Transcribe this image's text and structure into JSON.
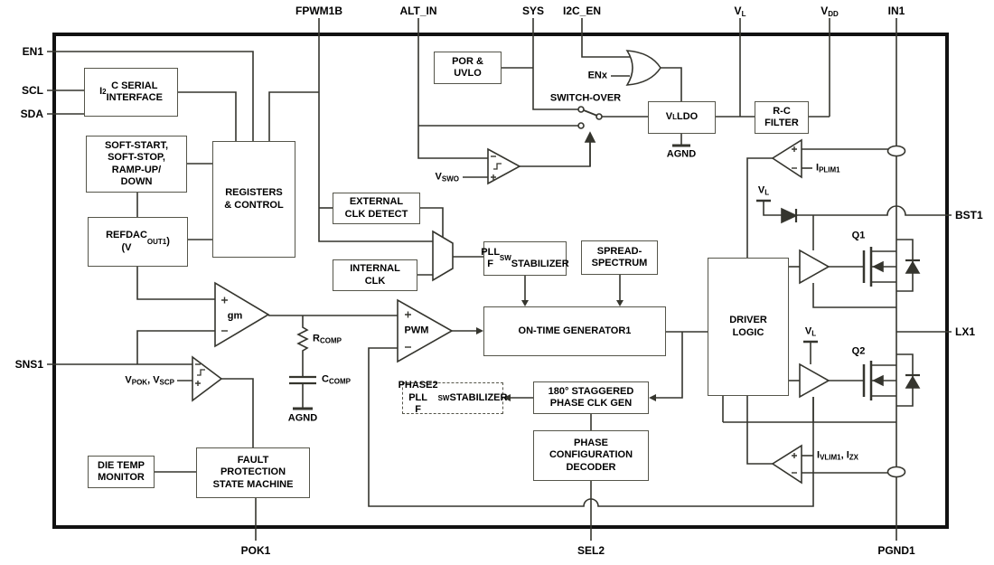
{
  "pins": {
    "fpwm1b": "FPWM1B",
    "alt_in": "ALT_IN",
    "sys": "SYS",
    "i2c_en": "I2C_EN",
    "vl": "V~L~",
    "vdd": "V~DD~",
    "in1": "IN1",
    "en1": "EN1",
    "scl": "SCL",
    "sda": "SDA",
    "sns1": "SNS1",
    "pok1": "POK1",
    "sel2": "SEL2",
    "pgnd1": "PGND1",
    "bst1": "BST1",
    "lx1": "LX1"
  },
  "blocks": {
    "i2c": "I^2^C SERIAL\nINTERFACE",
    "soft_start": "SOFT-START,\nSOFT-STOP,\nRAMP-UP/\nDOWN",
    "refdac": "REFDAC\n(V~OUT1~)",
    "registers": "REGISTERS\n& CONTROL",
    "external_clk": "EXTERNAL\nCLK DETECT",
    "internal_clk": "INTERNAL\nCLK",
    "por_uvlo": "POR &\nUVLO",
    "vl_ldo": "V~L~ LDO",
    "rc_filter": "R-C\nFILTER",
    "pll_fsw": "PLL F~SW~\nSTABILIZER",
    "spread_spectrum": "SPREAD-\nSPECTRUM",
    "on_time": "ON-TIME GENERATOR1",
    "driver_logic": "DRIVER\nLOGIC",
    "phase2_pll": "PHASE2 PLL\nF~SW~ STABILIZER",
    "staggered": "180° STAGGERED\nPHASE CLK GEN",
    "phase_decoder": "PHASE\nCONFIGURATION\nDECODER",
    "die_temp": "DIE TEMP\nMONITOR",
    "fault_sm": "FAULT\nPROTECTION\nSTATE MACHINE"
  },
  "amplifiers": {
    "gm": "gm",
    "pwm": "PWM"
  },
  "labels": {
    "switch_over": "SWITCH-OVER",
    "enx": "ENx",
    "vswo": "V~SWO~",
    "vpok_vscp": "V~POK~, V~SCP~",
    "iplim1": "I~PLIM1~",
    "ivlim1_izx": "I~VLIM1~, I~ZX~",
    "rcomp": "R~COMP~",
    "ccomp": "C~COMP~",
    "agnd_comp": "AGND",
    "agnd_ldo": "AGND",
    "vl_bst": "V~L~",
    "vl_q2drv": "V~L~",
    "q1": "Q1",
    "q2": "Q2"
  },
  "colors": {
    "wire": "#35352e",
    "chip_border": "#111111",
    "box_border": "#55554a",
    "background": "#ffffff",
    "text": "#000000"
  }
}
